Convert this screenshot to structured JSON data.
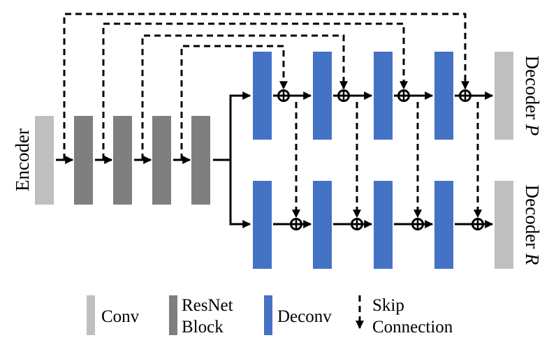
{
  "diagram": {
    "title": "Encoder with dual decoders (P and R) and skip connections",
    "labels": {
      "encoder": "Encoder",
      "decoder_p": "Decoder ",
      "decoder_p_italic": "P",
      "decoder_r": "Decoder ",
      "decoder_r_italic": "R"
    },
    "colors": {
      "conv": "#bfbfbf",
      "resnet": "#7f7f7f",
      "deconv": "#4472c4",
      "line": "#000000"
    },
    "encoder_blocks": [
      "conv",
      "resnet",
      "resnet",
      "resnet",
      "resnet"
    ],
    "decoder_p_blocks": [
      "deconv",
      "deconv",
      "deconv",
      "deconv",
      "conv"
    ],
    "decoder_r_blocks": [
      "deconv",
      "deconv",
      "deconv",
      "deconv",
      "conv"
    ],
    "sum_symbol": "⊕",
    "legend": [
      {
        "type": "conv",
        "line1": "Conv",
        "line2": ""
      },
      {
        "type": "resnet",
        "line1": "ResNet",
        "line2": "Block"
      },
      {
        "type": "deconv",
        "line1": "Deconv",
        "line2": ""
      },
      {
        "type": "skip",
        "line1": "Skip",
        "line2": "Connection"
      }
    ]
  }
}
